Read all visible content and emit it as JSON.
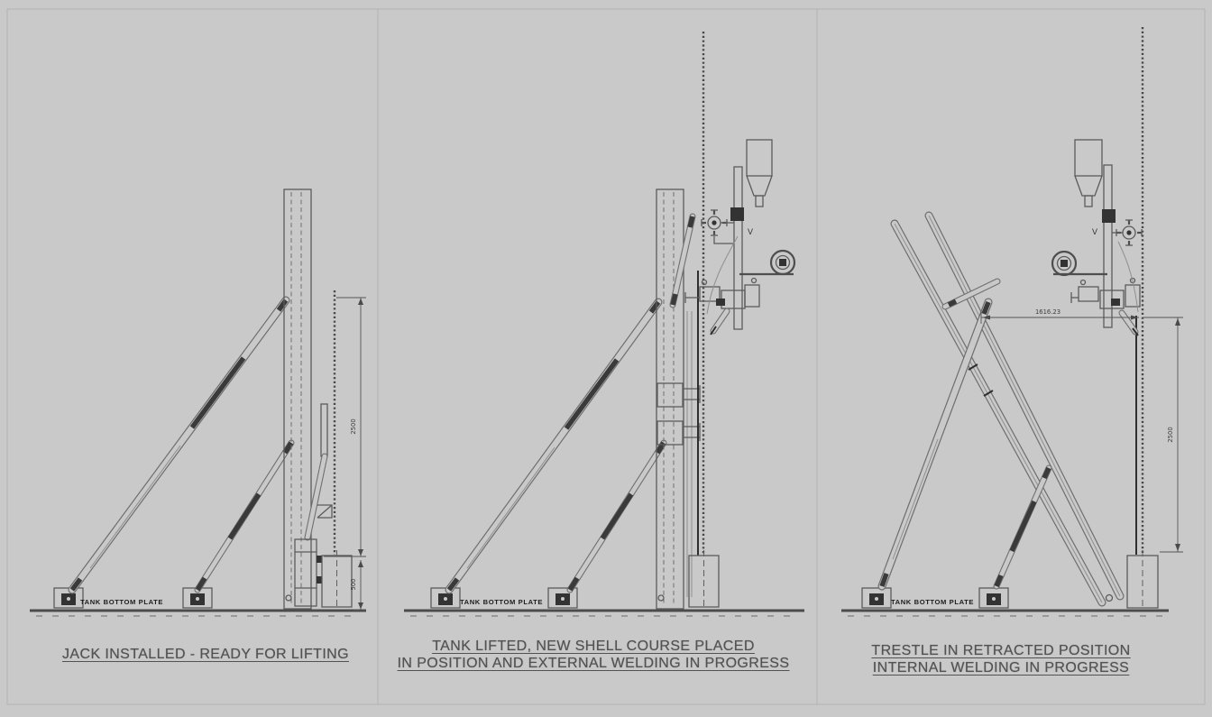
{
  "colors": {
    "background": "#c9c9c9",
    "frame": "#b3b3b3",
    "line": "#5b5b5b",
    "line_dark": "#2e2e2e",
    "text": "#525252"
  },
  "panels": [
    {
      "caption_lines": [
        "JACK INSTALLED - READY FOR LIFTING"
      ],
      "tank_bottom_plate_label": "TANK BOTTOM PLATE",
      "dimensions": {
        "upper": "2500",
        "lower": "500"
      }
    },
    {
      "caption_lines": [
        "TANK LIFTED, NEW SHELL COURSE PLACED",
        "IN POSITION AND EXTERNAL WELDING IN PROGRESS"
      ],
      "tank_bottom_plate_label": "TANK BOTTOM PLATE",
      "machine_mark": "V"
    },
    {
      "caption_lines": [
        "TRESTLE IN RETRACTED POSITION",
        "INTERNAL WELDING IN PROGRESS"
      ],
      "tank_bottom_plate_label": "TANK BOTTOM PLATE",
      "machine_mark": "V",
      "dimensions": {
        "horizontal": "1616.23",
        "vertical": "2500"
      }
    }
  ]
}
